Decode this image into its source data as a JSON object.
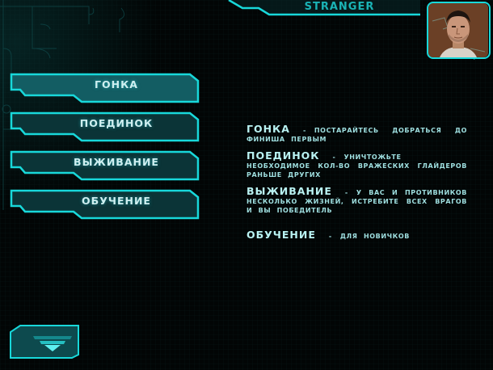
{
  "header": {
    "player_name": "STRANGER",
    "avatar_icon": "player-portrait"
  },
  "menu": {
    "items": [
      {
        "label": "ГОНКА",
        "selected": true
      },
      {
        "label": "ПОЕДИНОК",
        "selected": false
      },
      {
        "label": "ВЫЖИВАНИЕ",
        "selected": false
      },
      {
        "label": "ОБУЧЕНИЕ",
        "selected": false
      }
    ],
    "scroll_down_icon": "triangle-down"
  },
  "descriptions": [
    {
      "title": "ГОНКА",
      "separator": "-",
      "text": "ПОСТАРАЙТЕСЬ ДОБРАТЬСЯ ДО ФИНИША ПЕРВЫМ"
    },
    {
      "title": "ПОЕДИНОК",
      "separator": "-",
      "text": "УНИЧТОЖЬТЕ НЕОБХОДИМОЕ КОЛ-ВО ВРАЖЕСКИХ ГЛАЙДЕРОВ РАНЬШЕ ДРУГИХ"
    },
    {
      "title": "ВЫЖИВАНИЕ",
      "separator": "-",
      "text": "У ВАС И ПРОТИВНИКОВ НЕСКОЛЬКО ЖИЗНЕЙ, ИСТРЕБИТЕ ВСЕХ ВРАГОВ И ВЫ ПОБЕДИТЕЛЬ"
    },
    {
      "title": "ОБУЧЕНИЕ",
      "separator": "-",
      "text": "ДЛЯ НОВИЧКОВ"
    }
  ],
  "colors": {
    "accent": "#18d8da",
    "button_fill_selected": "#135d63",
    "button_fill": "#0b3437",
    "text_light": "#cfeff0",
    "title_teal": "#1ab3b5"
  }
}
